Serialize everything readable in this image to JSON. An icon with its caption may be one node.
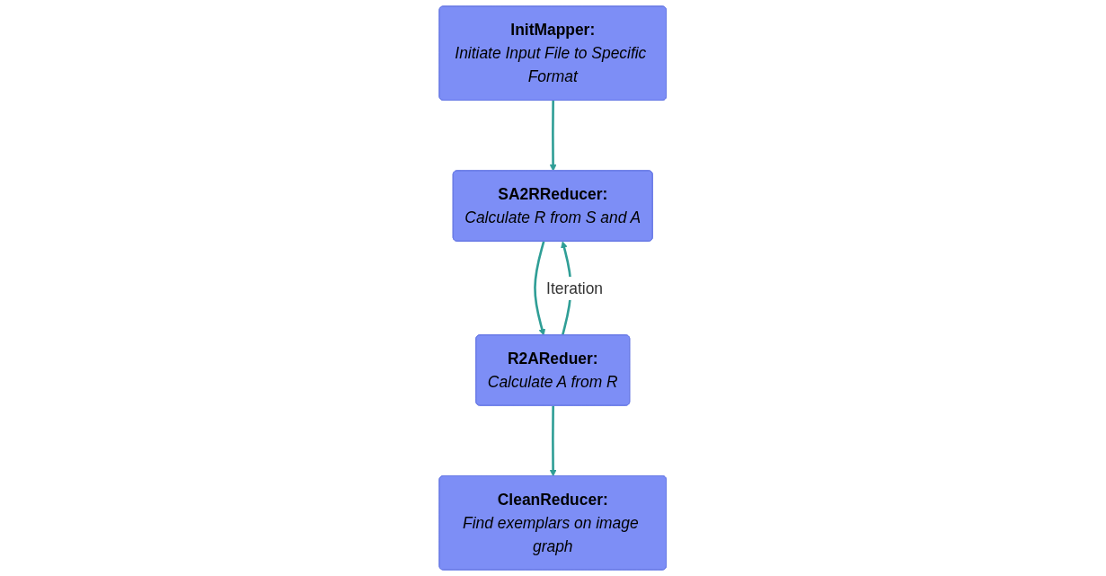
{
  "diagram": {
    "nodes": [
      {
        "text": [
          "InitMapper:",
          "Initiate Input File to Specific Format"
        ]
      },
      {
        "text": [
          "SA2RReducer:",
          "Calculate R from S and A"
        ]
      },
      {
        "text": [
          "R2AReduer:",
          "Calculate A from R"
        ]
      },
      {
        "text": [
          "CleanReducer:",
          "Find exemplars on image graph"
        ]
      }
    ],
    "edges": [
      {
        "from": 0,
        "to": 1,
        "arrow": "to"
      },
      {
        "from": 1,
        "to": 2,
        "arrow": "to"
      },
      {
        "from": 2,
        "to": 1,
        "arrow": "to",
        "label": "Iteration"
      },
      {
        "from": 2,
        "to": 3,
        "arrow": "to"
      }
    ]
  }
}
